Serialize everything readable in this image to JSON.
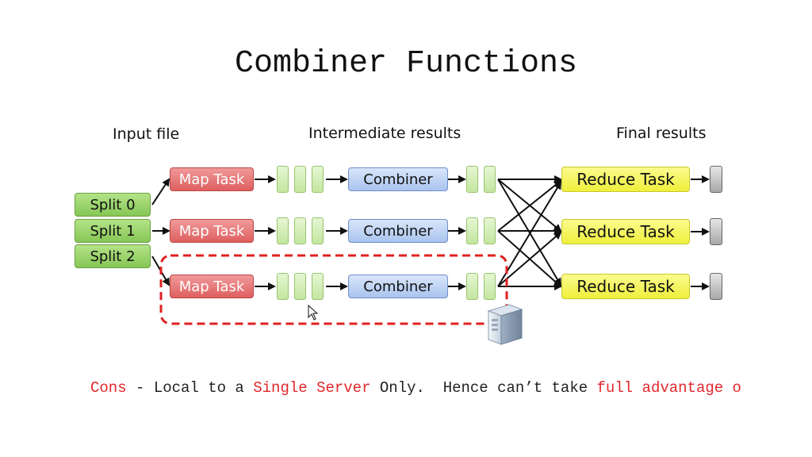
{
  "title": "Combiner Functions",
  "headers": {
    "input": "Input file",
    "intermediate": "Intermediate results",
    "final": "Final results"
  },
  "splits": [
    "Split 0",
    "Split 1",
    "Split 2"
  ],
  "map_label": "Map Task",
  "combiner_label": "Combiner",
  "reduce_label": "Reduce Task",
  "footer": {
    "cons": "Cons",
    "t1": " - Local to a ",
    "single_server": "Single Server",
    "t2": " Only.  Hence can’t take ",
    "full_advantage": "full advantage o"
  },
  "colors": {
    "split": "#86c756",
    "map": "#de5f5f",
    "combiner": "#a9c4ee",
    "reduce": "#efef3c",
    "highlight": "#e0282d",
    "dashed_box": "#e02020"
  },
  "icons": [
    "server-icon",
    "mouse-cursor-icon"
  ]
}
